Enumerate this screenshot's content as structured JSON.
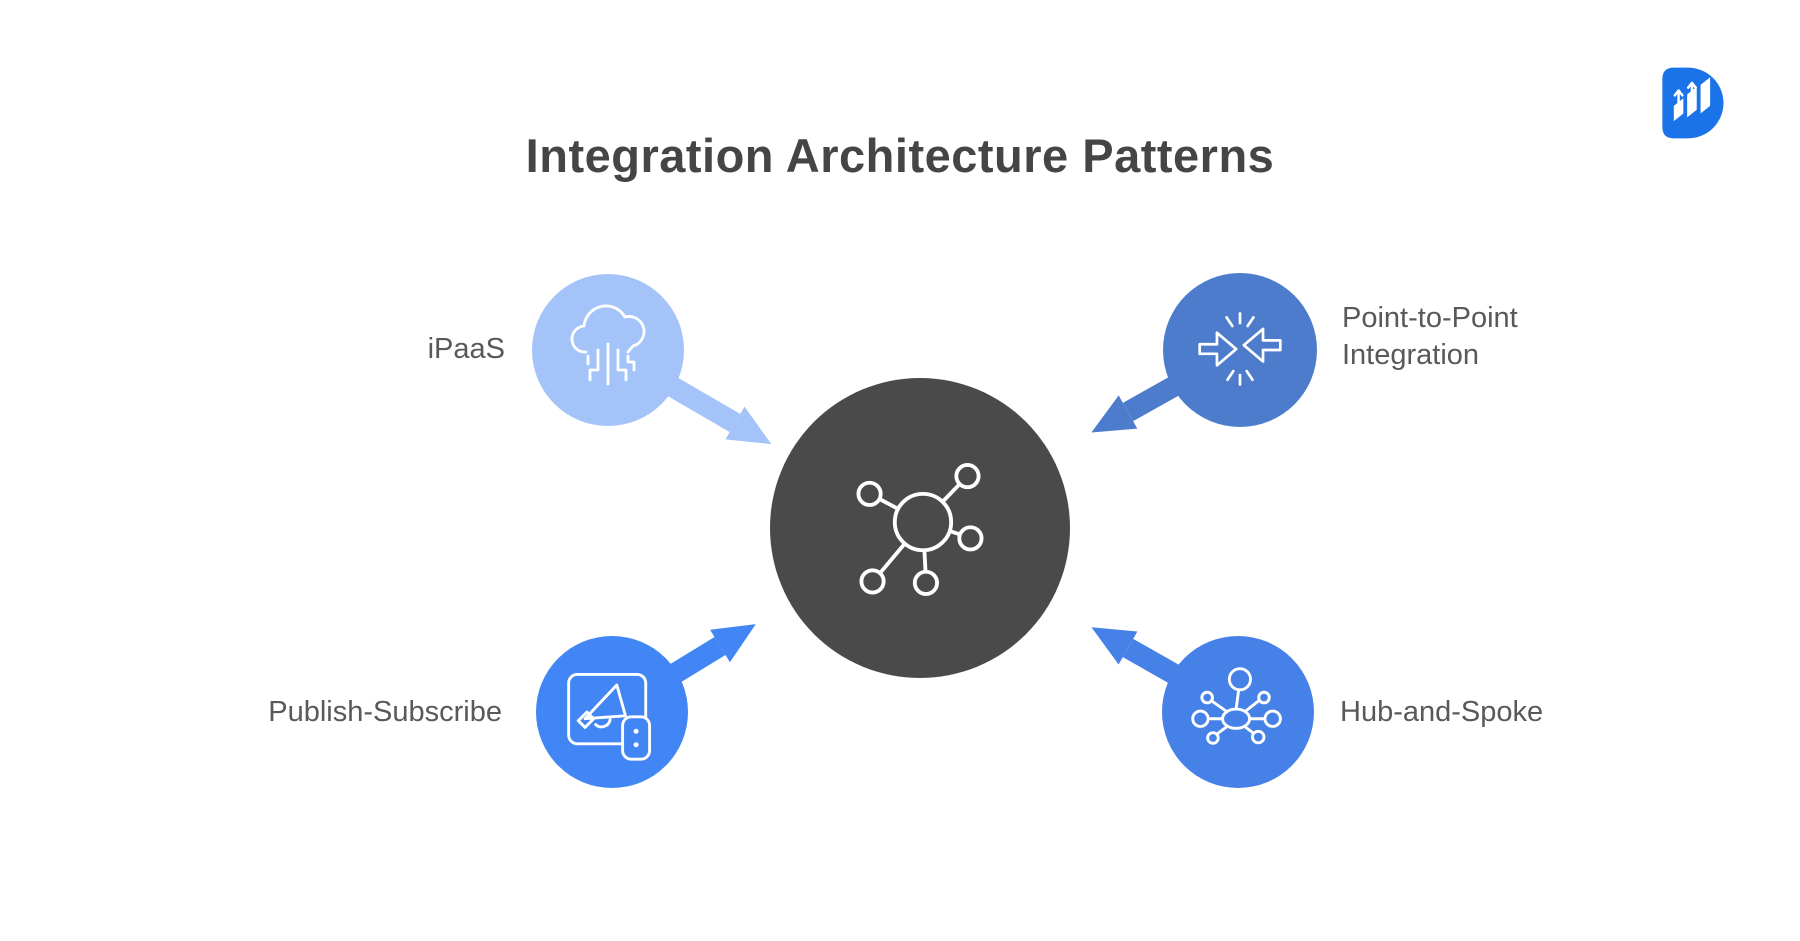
{
  "title": "Integration Architecture Patterns",
  "logo": {
    "name": "brand-logo",
    "color": "#1a73e8"
  },
  "colors": {
    "background": "#ffffff",
    "title_text": "#454545",
    "label_text": "#58595b",
    "center_circle": "#4a4a4a",
    "icon_stroke": "#ffffff",
    "ipaas_blue": "#a4c4f9",
    "point_to_point_blue": "#4d7ccd",
    "publish_subscribe_blue": "#4285f4",
    "hub_and_spoke_blue": "#4681e8"
  },
  "diagram": {
    "center": {
      "icon": "network-hub-icon",
      "color": "#4a4a4a"
    },
    "nodes": [
      {
        "id": "ipaas",
        "label": "iPaaS",
        "icon": "cloud-circuit-icon",
        "position": "top-left",
        "color": "#a4c4f9",
        "label_side": "left"
      },
      {
        "id": "point-to-point",
        "label": "Point-to-Point Integration",
        "icon": "converging-arrows-icon",
        "position": "top-right",
        "color": "#4d7ccd",
        "label_side": "right"
      },
      {
        "id": "publish-subscribe",
        "label": "Publish-Subscribe",
        "icon": "megaphone-broadcast-icon",
        "position": "bottom-left",
        "color": "#4285f4",
        "label_side": "left"
      },
      {
        "id": "hub-and-spoke",
        "label": "Hub-and-Spoke",
        "icon": "hub-spoke-icon",
        "position": "bottom-right",
        "color": "#4681e8",
        "label_side": "right"
      }
    ]
  }
}
